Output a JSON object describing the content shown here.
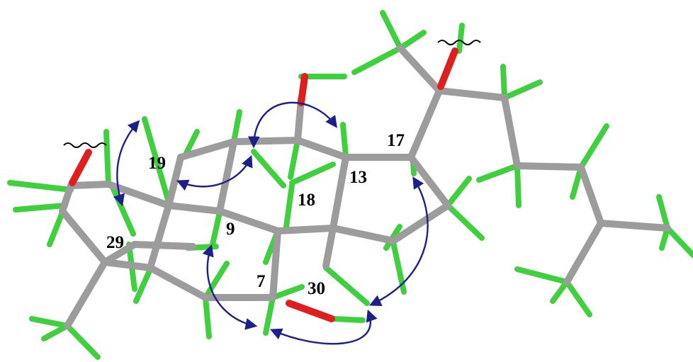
{
  "labels": {
    "c17": "17",
    "c19": "19",
    "c13": "13",
    "c18": "18",
    "c9": "9",
    "c29": "29",
    "c7": "7",
    "c30": "30"
  },
  "colors": {
    "carbon": "#9c9c9c",
    "hydrogen": "#3fcf3f",
    "oxygen": "#dd1f1f",
    "noe_arrow": "#1f1f8c",
    "label": "#000000"
  }
}
